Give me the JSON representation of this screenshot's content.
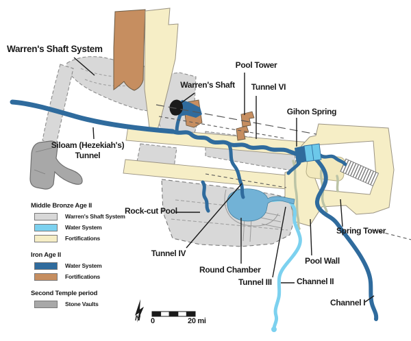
{
  "map": {
    "labels": {
      "warrens_shaft_system": "Warren's Shaft System",
      "pool_tower": "Pool Tower",
      "warrens_shaft": "Warren's Shaft",
      "tunnel_vi": "Tunnel VI",
      "gihon_spring": "Gihon Spring",
      "siloam_line1": "Siloam (Hezekiah's)",
      "siloam_line2": "Tunnel",
      "rock_cut_pool": "Rock-cut Pool",
      "tunnel_iv": "Tunnel IV",
      "round_chamber": "Round Chamber",
      "tunnel_iii": "Tunnel III",
      "channel_ii": "Channel II",
      "pool_wall": "Pool Wall",
      "spring_tower": "Spring Tower",
      "channel_i": "Channel I"
    },
    "legend": {
      "groups": [
        {
          "title": "Middle Bronze Age II",
          "items": [
            {
              "label": "Warren's Shaft System",
              "color": "#d8d8d8"
            },
            {
              "label": "Water System",
              "color": "#7cd1ef"
            },
            {
              "label": "Fortifications",
              "color": "#f6eec6"
            }
          ]
        },
        {
          "title": "Iron Age II",
          "items": [
            {
              "label": "Water System",
              "color": "#2f6b9d"
            },
            {
              "label": "Fortifications",
              "color": "#c68e60"
            }
          ]
        },
        {
          "title": "Second Temple period",
          "items": [
            {
              "label": "Stone Vaults",
              "color": "#a8a8a8"
            }
          ]
        }
      ]
    },
    "scale_bar": {
      "zero": "0",
      "max": "20 mi",
      "north": "N"
    },
    "colors": {
      "mb_shaft_gray": "#d8d8d8",
      "mb_water_blue": "#7cd1ef",
      "mb_fort_cream": "#f6eec6",
      "iron_water_blue": "#2f6b9d",
      "iron_fort_brown": "#c68e60",
      "stone_vault_gray": "#a8a8a8",
      "round_chamber_blue": "#72b2d6",
      "pool_wall_sage": "#bcc4a6",
      "shaft_black": "#1a1a1a"
    }
  }
}
